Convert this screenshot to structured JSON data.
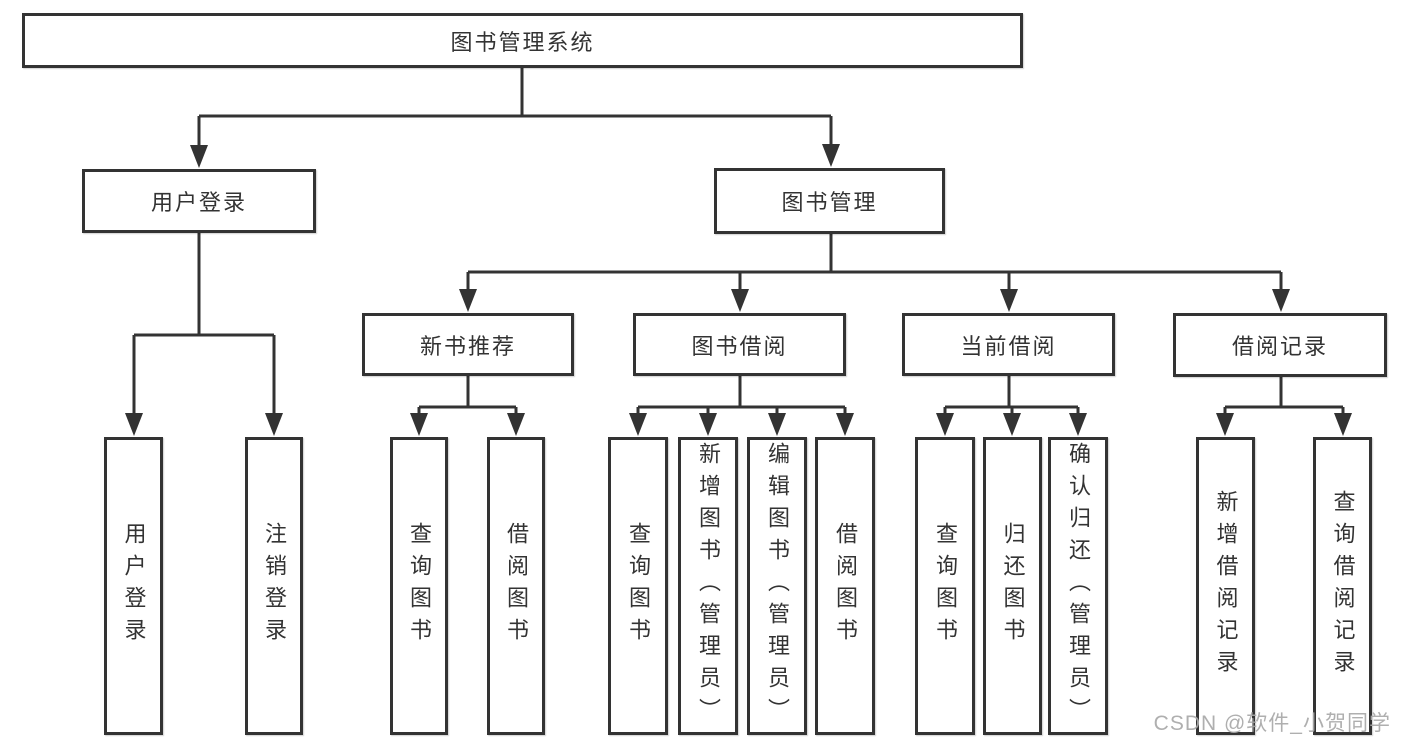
{
  "colors": {
    "line": "#333333",
    "text": "#333333",
    "box_fill": "#ffffff",
    "watermark": "#a8a8a8"
  },
  "nodes": {
    "root": "图书管理系统",
    "user_login_branch": "用户登录",
    "book_management_branch": "图书管理",
    "new_book_recommend": "新书推荐",
    "book_borrowing": "图书借阅",
    "current_borrowing": "当前借阅",
    "borrowing_records": "借阅记录",
    "leaf_user_login": "用户登录",
    "leaf_logout": "注销登录",
    "leaf_nb_query_books": "查询图书",
    "leaf_nb_borrow_books": "借阅图书",
    "leaf_bb_query_books": "查询图书",
    "leaf_bb_add_books": "新增图书（管理员）",
    "leaf_bb_edit_books": "编辑图书（管理员）",
    "leaf_bb_borrow_books": "借阅图书",
    "leaf_cb_query_books": "查询图书",
    "leaf_cb_return_books": "归还图书",
    "leaf_cb_confirm_return": "确认归还（管理员）",
    "leaf_br_add_record": "新增借阅记录",
    "leaf_br_query_record": "查询借阅记录"
  },
  "structure": {
    "root": [
      "user_login_branch",
      "book_management_branch"
    ],
    "user_login_branch": [
      "leaf_user_login",
      "leaf_logout"
    ],
    "book_management_branch": [
      "new_book_recommend",
      "book_borrowing",
      "current_borrowing",
      "borrowing_records"
    ],
    "new_book_recommend": [
      "leaf_nb_query_books",
      "leaf_nb_borrow_books"
    ],
    "book_borrowing": [
      "leaf_bb_query_books",
      "leaf_bb_add_books",
      "leaf_bb_edit_books",
      "leaf_bb_borrow_books"
    ],
    "current_borrowing": [
      "leaf_cb_query_books",
      "leaf_cb_return_books",
      "leaf_cb_confirm_return"
    ],
    "borrowing_records": [
      "leaf_br_add_record",
      "leaf_br_query_record"
    ]
  },
  "watermark": "CSDN @软件_小贺同学"
}
